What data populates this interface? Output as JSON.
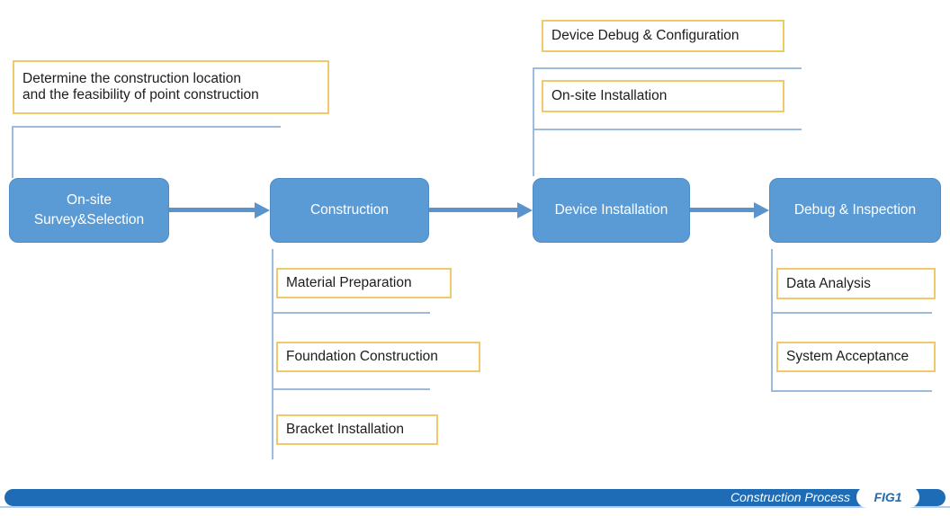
{
  "figure": {
    "caption": "Construction Process",
    "fig_label": "FIG1"
  },
  "stages": [
    {
      "id": "onsite-survey-selection",
      "label_lines": [
        "On-site",
        "Survey&Selection"
      ]
    },
    {
      "id": "construction",
      "label": "Construction"
    },
    {
      "id": "device-installation",
      "label": "Device Installation"
    },
    {
      "id": "debug-inspection",
      "label": "Debug & Inspection"
    }
  ],
  "notes": {
    "determine": {
      "line1": "Determine the construction location",
      "line2": "and the feasibility of point construction"
    },
    "device_debug_configuration": "Device Debug & Configuration",
    "onsite_installation": "On-site Installation",
    "material_preparation": "Material Preparation",
    "foundation_construction": "Foundation Construction",
    "bracket_installation": "Bracket Installation",
    "data_analysis": "Data Analysis",
    "system_acceptance": "System Acceptance"
  },
  "colors": {
    "stage_fill": "#5b9bd5",
    "stage_border": "#4e8ac3",
    "note_border": "#f0c96b",
    "connector": "#9bbade",
    "arrow": "#5b93cd",
    "footer_bar": "#1e6cb5"
  }
}
